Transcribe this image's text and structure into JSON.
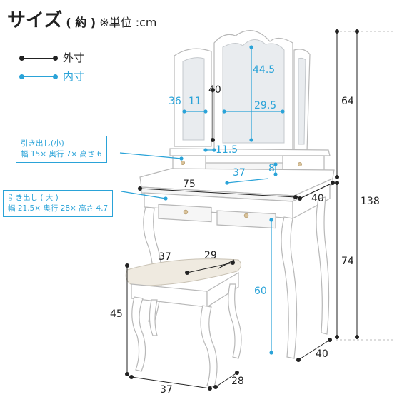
{
  "header": {
    "title": "サイズ",
    "approx": "( 約 )",
    "unit_note": "※単位 :cm"
  },
  "legend": {
    "outer": "外寸",
    "inner": "内寸"
  },
  "callouts": {
    "small_drawer": {
      "title": "引き出し(小)",
      "dims": "幅 15× 奥行 7× 高さ 6"
    },
    "large_drawer": {
      "title": "引き出し ( 大 )",
      "dims": "幅 21.5× 奥行 28× 高さ 4.7"
    }
  },
  "dimensions": {
    "mirror_height_64": "64",
    "total_height_138": "138",
    "table_height_74": "74",
    "table_width_75": "75",
    "table_depth_40": "40",
    "leg_depth_40": "40",
    "mirror_height_40": "40",
    "side_mirror_width_36": "36",
    "side_mirror_inner_11": "11",
    "center_mirror_inner_44_5": "44.5",
    "center_mirror_width_29_5": "29.5",
    "shelf_gap_11_5": "11.5",
    "shelf_width_37": "37",
    "shelf_height_8": "8",
    "knee_height_60": "60",
    "stool_width_top_37": "37",
    "stool_depth_top_29": "29",
    "stool_height_45": "45",
    "stool_width_bottom_37": "37",
    "stool_depth_bottom_28": "28"
  },
  "colors": {
    "outer_line": "#222222",
    "inner_line": "#2aa3d8",
    "furniture_white": "#ffffff",
    "furniture_edge": "#b8b8b8",
    "mirror": "#e9ecef",
    "cushion": "#efeae0",
    "knob": "#d9c29a"
  }
}
